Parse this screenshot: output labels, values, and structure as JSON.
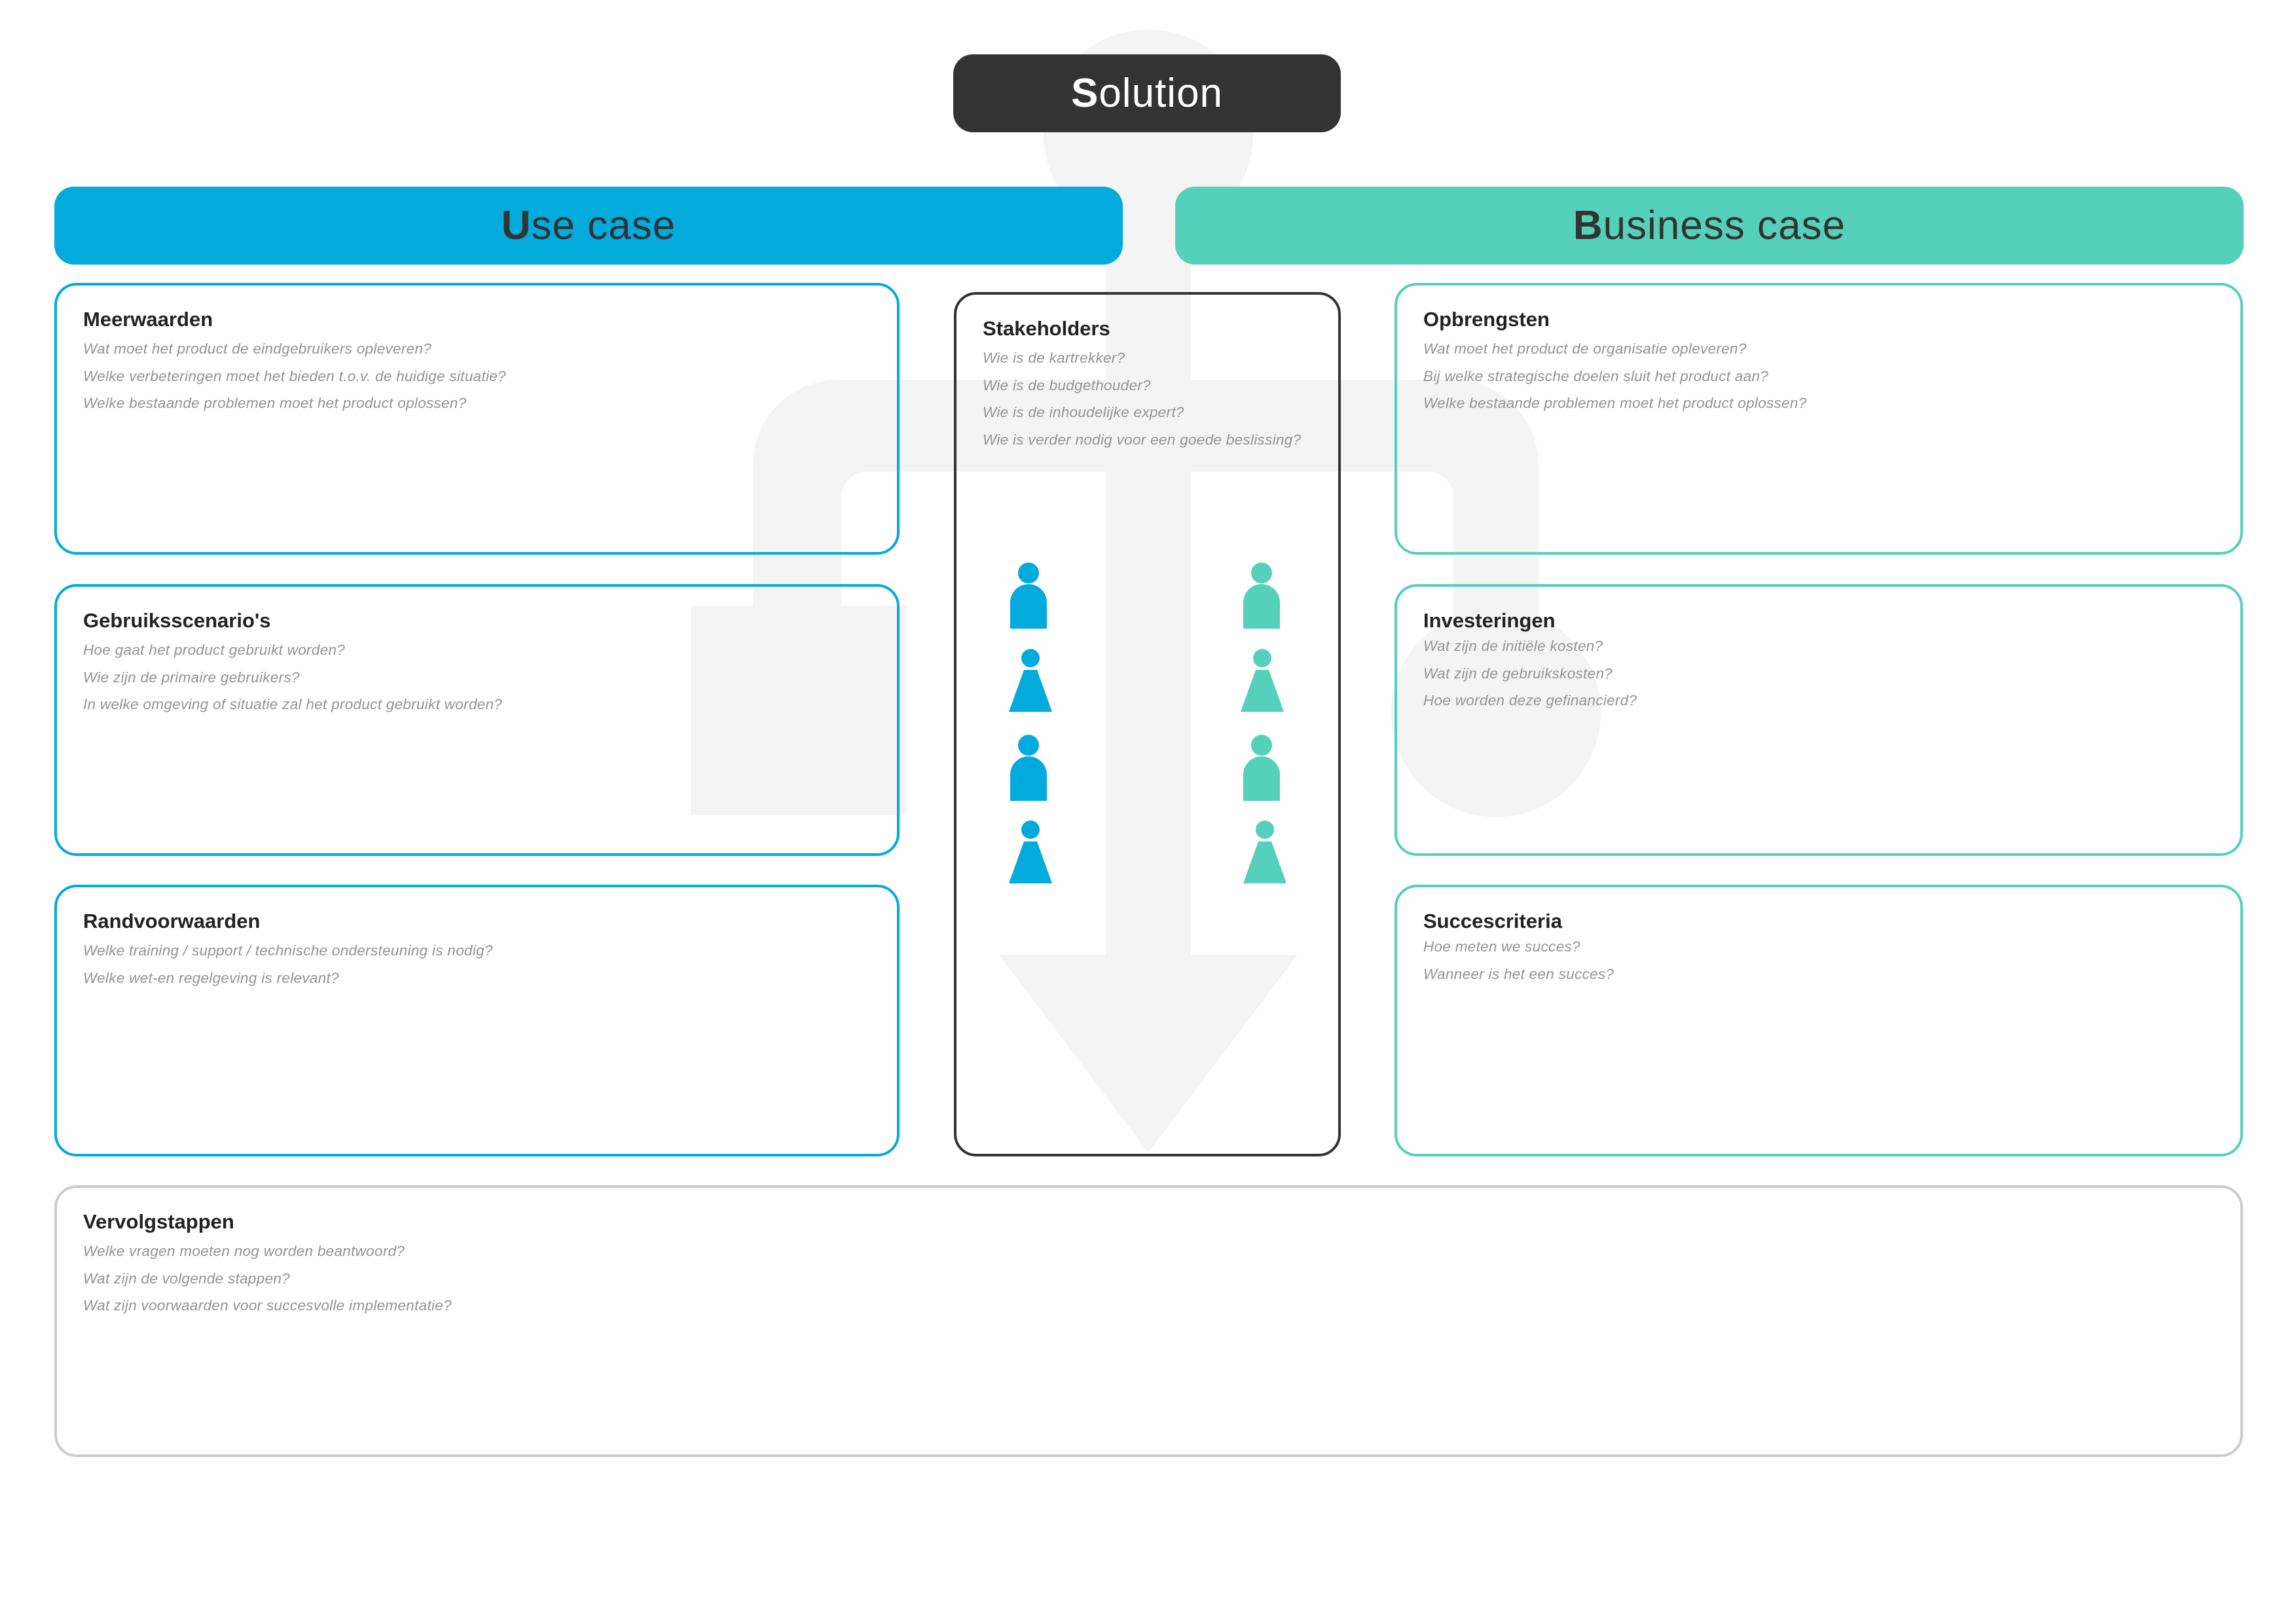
{
  "colors": {
    "use_case": "#02ABDB",
    "business_case": "#55D0BA",
    "solution": "#333333",
    "next_steps_border": "#CCCCCC",
    "background_decoration": "#F4F4F4",
    "question_text": "#939393"
  },
  "header": {
    "solution": {
      "initial": "S",
      "rest": "olution"
    },
    "use_case": {
      "initial": "U",
      "rest": "se case"
    },
    "business_case": {
      "initial": "B",
      "rest": "usiness case"
    }
  },
  "use_case_boxes": [
    {
      "title": "Meerwaarden",
      "questions": [
        "Wat moet het product de eindgebruikers opleveren?",
        "Welke verbeteringen moet het bieden t.o.v. de huidige situatie?",
        "Welke bestaande problemen moet het product oplossen?"
      ]
    },
    {
      "title": "Gebruiksscenario's",
      "questions": [
        "Hoe gaat het product gebruikt worden?",
        "Wie zijn de primaire gebruikers?",
        "In welke omgeving of situatie zal het product gebruikt worden?"
      ]
    },
    {
      "title": "Randvoorwaarden",
      "questions": [
        "Welke training / support / technische ondersteuning is nodig?",
        "Welke wet-en regelgeving is relevant?"
      ]
    }
  ],
  "stakeholders": {
    "title": "Stakeholders",
    "questions": [
      "Wie is de kartrekker?",
      "Wie is de budgethouder?",
      "Wie is de inhoudelijke expert?",
      "Wie is verder nodig voor een goede beslissing?"
    ],
    "icons": {
      "left": [
        "male-person-icon",
        "female-person-icon",
        "male-person-icon",
        "female-person-icon"
      ],
      "right": [
        "male-person-icon",
        "female-person-icon",
        "male-person-icon",
        "female-person-icon"
      ]
    }
  },
  "business_case_boxes": [
    {
      "title": "Opbrengsten",
      "questions": [
        "Wat moet het product de organisatie opleveren?",
        "Bij welke strategische doelen sluit het product aan?",
        "Welke bestaande problemen moet het product oplossen?"
      ]
    },
    {
      "title": "Investeringen",
      "questions": [
        "Wat zijn de initiële kosten?",
        "Wat zijn de gebruikskosten?",
        "Hoe worden deze gefinancierd?"
      ]
    },
    {
      "title": "Succescriteria",
      "questions": [
        "Hoe meten we succes?",
        "Wanneer is het een succes?"
      ]
    }
  ],
  "next_steps": {
    "title": "Vervolgstappen",
    "questions": [
      "Welke vragen moeten nog worden beantwoord?",
      "Wat zijn de volgende stappen?",
      "Wat zijn voorwaarden voor succesvolle implementatie?"
    ]
  }
}
